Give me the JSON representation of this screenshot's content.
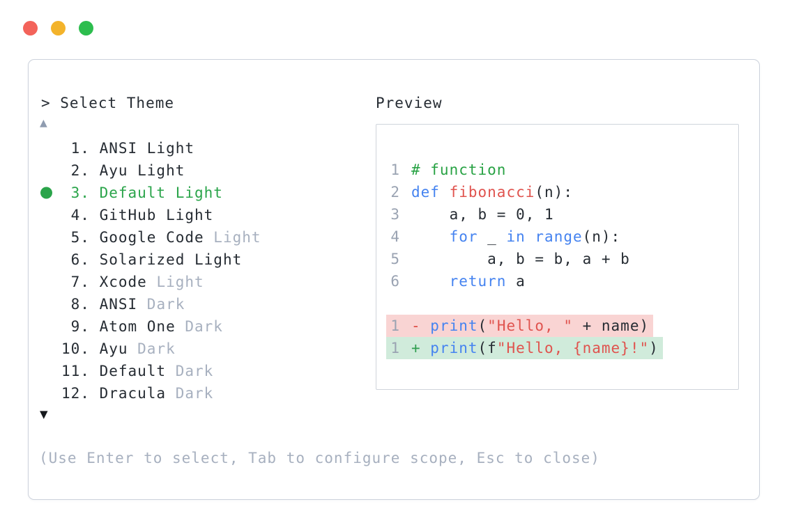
{
  "window": {
    "traffic_lights": [
      {
        "name": "close",
        "color": "#f3635a"
      },
      {
        "name": "minimize",
        "color": "#f3b32b"
      },
      {
        "name": "zoom",
        "color": "#2dbd4e"
      }
    ]
  },
  "theme_selector": {
    "prompt": "> Select Theme",
    "scroll_up": "▲",
    "scroll_down": "▼",
    "items": [
      {
        "number": " 1.",
        "name": "ANSI Light",
        "muted": "",
        "selected": false
      },
      {
        "number": " 2.",
        "name": "Ayu Light",
        "muted": "",
        "selected": false
      },
      {
        "number": " 3.",
        "name": "Default Light",
        "muted": "",
        "selected": true
      },
      {
        "number": " 4.",
        "name": "GitHub Light",
        "muted": "",
        "selected": false
      },
      {
        "number": " 5.",
        "name": "Google Code",
        "muted": "Light",
        "selected": false
      },
      {
        "number": " 6.",
        "name": "Solarized Light",
        "muted": "",
        "selected": false
      },
      {
        "number": " 7.",
        "name": "Xcode",
        "muted": "Light",
        "selected": false
      },
      {
        "number": " 8.",
        "name": "ANSI",
        "muted": "Dark",
        "selected": false
      },
      {
        "number": " 9.",
        "name": "Atom One",
        "muted": "Dark",
        "selected": false
      },
      {
        "number": "10.",
        "name": "Ayu",
        "muted": "Dark",
        "selected": false
      },
      {
        "number": "11.",
        "name": "Default",
        "muted": "Dark",
        "selected": false
      },
      {
        "number": "12.",
        "name": "Dracula",
        "muted": "Dark",
        "selected": false
      }
    ],
    "hint": "(Use Enter to select, Tab to configure scope, Esc to close)"
  },
  "preview": {
    "label": "Preview",
    "code_lines": [
      {
        "num": "1",
        "tokens": [
          {
            "t": "# function",
            "c": "comment"
          }
        ]
      },
      {
        "num": "2",
        "tokens": [
          {
            "t": "def",
            "c": "kw"
          },
          {
            "t": " ",
            "c": "plain"
          },
          {
            "t": "fibonacci",
            "c": "func"
          },
          {
            "t": "(n):",
            "c": "plain"
          }
        ]
      },
      {
        "num": "3",
        "tokens": [
          {
            "t": "    a, b = 0, 1",
            "c": "plain"
          }
        ]
      },
      {
        "num": "4",
        "tokens": [
          {
            "t": "    ",
            "c": "plain"
          },
          {
            "t": "for",
            "c": "kw"
          },
          {
            "t": " _ ",
            "c": "plain"
          },
          {
            "t": "in",
            "c": "kw"
          },
          {
            "t": " ",
            "c": "plain"
          },
          {
            "t": "range",
            "c": "kw"
          },
          {
            "t": "(n):",
            "c": "plain"
          }
        ]
      },
      {
        "num": "5",
        "tokens": [
          {
            "t": "        a, b = b, a + b",
            "c": "plain"
          }
        ]
      },
      {
        "num": "6",
        "tokens": [
          {
            "t": "    ",
            "c": "plain"
          },
          {
            "t": "return",
            "c": "kw"
          },
          {
            "t": " a",
            "c": "plain"
          }
        ]
      },
      {
        "blank": true
      },
      {
        "num": "1",
        "diff": "removed",
        "tokens": [
          {
            "t": "- ",
            "c": "minus"
          },
          {
            "t": "print",
            "c": "kw"
          },
          {
            "t": "(",
            "c": "plain"
          },
          {
            "t": "\"Hello, \"",
            "c": "str"
          },
          {
            "t": " + name)",
            "c": "plain"
          }
        ]
      },
      {
        "num": "1",
        "diff": "added",
        "tokens": [
          {
            "t": "+ ",
            "c": "plus"
          },
          {
            "t": "print",
            "c": "kw"
          },
          {
            "t": "(f",
            "c": "plain"
          },
          {
            "t": "\"Hello, {name}!\"",
            "c": "str"
          },
          {
            "t": ")",
            "c": "plain"
          }
        ]
      }
    ]
  },
  "colors": {
    "text_dark": "#262c33",
    "text_muted": "#a7b0bf",
    "accent_green": "#2aa44a",
    "keyword_blue": "#4583f0",
    "function_red": "#e0534e",
    "string_red": "#e0534e",
    "comment_green": "#28a244",
    "lineno_gray": "#9aa3b2",
    "diff_removed_bg": "#f9d4d3",
    "diff_added_bg": "#d0ebdb",
    "border_gray": "#ccd2dc"
  }
}
